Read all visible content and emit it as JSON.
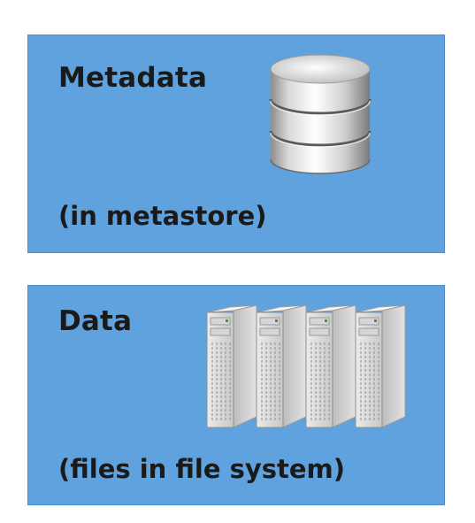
{
  "panels": [
    {
      "title": "Metadata",
      "caption": "(in metastore)",
      "icon": "database-icon"
    },
    {
      "title": "Data",
      "caption": "(files in file system)",
      "icon": "server-rack-icon"
    }
  ],
  "colors": {
    "panel_fill": "#5fa2dd",
    "text": "#1a1a1a"
  }
}
